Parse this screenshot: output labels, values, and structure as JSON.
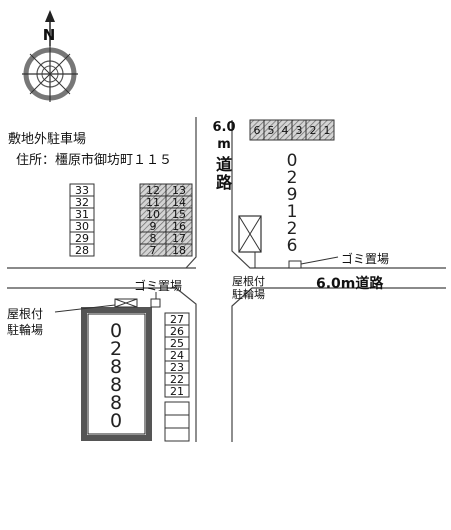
{
  "compass": {
    "north_label": "N"
  },
  "title": "敷地外駐車場",
  "address": "住所：橿原市御坊町１１５",
  "road_vertical": {
    "width": "6.0",
    "unit": "m",
    "name": [
      "道",
      "路"
    ]
  },
  "road_horizontal": "6.0m道路",
  "garbage_top": "ゴミ置場",
  "garbage_bottom": "ゴミ置場",
  "bike_parking_center": [
    "屋根付",
    "駐輪場"
  ],
  "bike_parking_left": [
    "屋根付",
    "駐輪場"
  ],
  "building_right_number": [
    "0",
    "2",
    "9",
    "1",
    "2",
    "6"
  ],
  "building_left_number": [
    "0",
    "2",
    "8",
    "8",
    "8",
    "0"
  ],
  "spaces_top_right": [
    "6",
    "5",
    "4",
    "3",
    "2",
    "1"
  ],
  "spaces_left_column": [
    "33",
    "32",
    "31",
    "30",
    "29",
    "28"
  ],
  "spaces_mid_left": [
    "12",
    "11",
    "10",
    "9",
    "8",
    "7"
  ],
  "spaces_mid_right": [
    "13",
    "14",
    "15",
    "16",
    "17",
    "18"
  ],
  "spaces_bottom_column": [
    "27",
    "26",
    "25",
    "24",
    "23",
    "22",
    "21"
  ]
}
